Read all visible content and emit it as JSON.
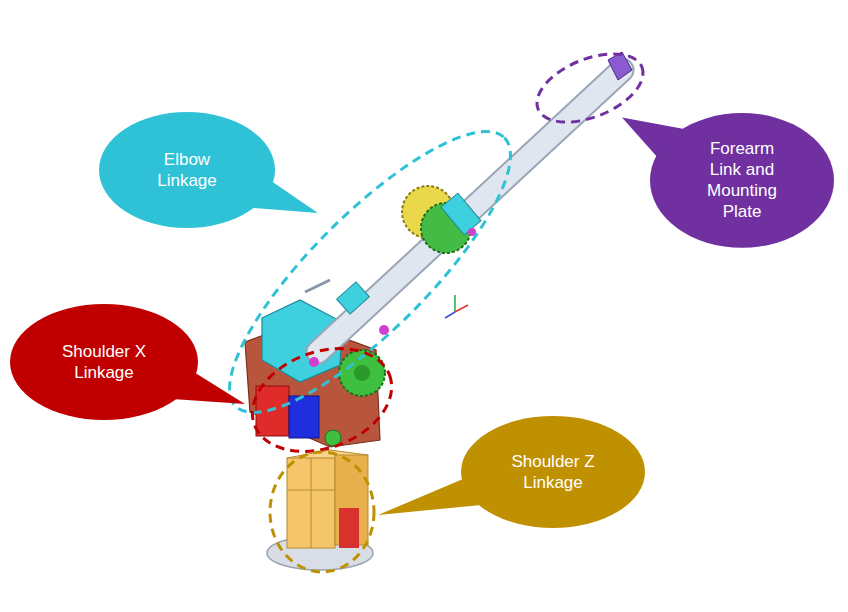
{
  "diagram": {
    "nodes": [
      {
        "text": [
          "Elbow Linkage"
        ]
      },
      {
        "text": [
          "Forearm Link and Mounting Plate"
        ]
      },
      {
        "text": [
          "Shoulder X Linkage"
        ]
      },
      {
        "text": [
          "Shoulder Z Linkage"
        ]
      }
    ]
  }
}
